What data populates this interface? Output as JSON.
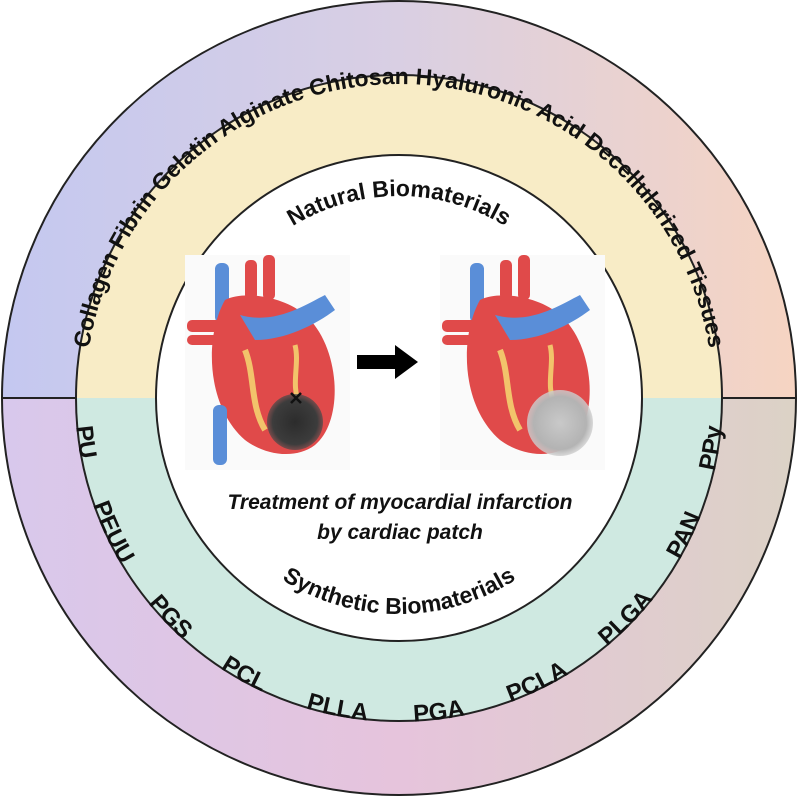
{
  "natural": {
    "label": "Natural Biomaterials",
    "items": [
      "Collagen",
      "Fibrin",
      "Gelatin",
      "Alginate",
      "Chitosan",
      "Hyaluronic Acid",
      "Decellularized Tissues"
    ]
  },
  "synthetic": {
    "label": "Synthetic Biomaterials",
    "items": [
      "PU",
      "PEUU",
      "PGS",
      "PCL",
      "PLLA",
      "PGA",
      "PCLA",
      "PLGA",
      "PAN",
      "PPy"
    ]
  },
  "center": {
    "caption_line1": "Treatment of myocardial infarction",
    "caption_line2": "by cardiac patch"
  },
  "colors": {
    "natural_band": "#f8ecc6",
    "synthetic_band": "#cfe9e1",
    "outer_top_left": "#c7cbef",
    "outer_top_right": "#f5d6c6",
    "outer_bottom_left": "#dccaea",
    "outer_bottom_right": "#ddd0c7",
    "heart_red": "#e04a4a",
    "vessel_blue": "#5a8ed8",
    "infarct_dark": "#3a3a3a",
    "patch_light": "#b8b8b8"
  },
  "icons": {
    "heart_before": "infarcted-heart-icon",
    "arrow": "right-arrow-icon",
    "heart_after": "patched-heart-icon"
  }
}
